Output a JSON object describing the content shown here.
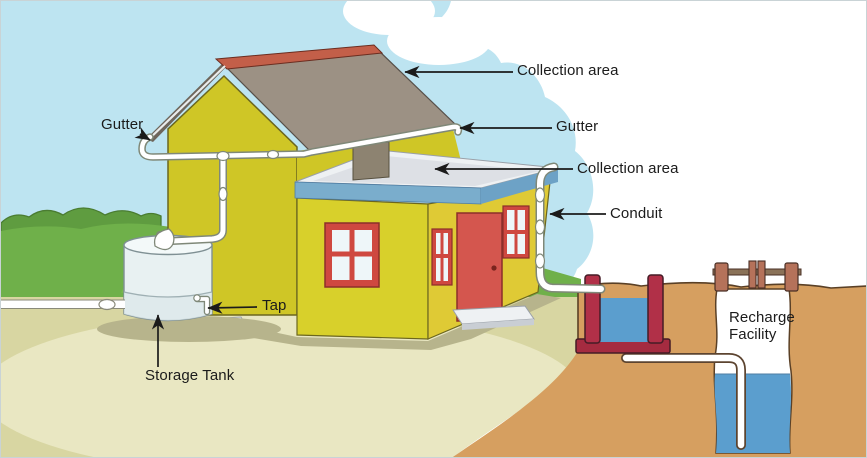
{
  "labels": {
    "collection_area_roof": "Collection area",
    "gutter_right": "Gutter",
    "collection_area_flat": "Collection area",
    "conduit": "Conduit",
    "gutter_left": "Gutter",
    "tap": "Tap",
    "storage_tank": "Storage Tank",
    "recharge_facility": "Recharge Facility"
  },
  "colors": {
    "sky": "#bde4f1",
    "cloud": "#ffffff",
    "grass": "#6fb04a",
    "grass_dark": "#5f9c40",
    "grass_light": "#79b650",
    "ground": "#d8d6a2",
    "ground_light": "#e9e7c2",
    "shadow": "#b7b48c",
    "soil": "#d69f60",
    "wall_front": "#d8d02b",
    "wall_gable": "#cfc626",
    "wall_right": "#dfca35",
    "roof_gray": "#9c9184",
    "roof_dark": "#6e665c",
    "ridge_red": "#c35f49",
    "parapet": "#8d8371",
    "trim_red": "#cf4840",
    "door_red": "#d4564e",
    "flat_roof": "#eef1f3",
    "flat_roof_inner": "#dde0e5",
    "roof_edge_blue": "#7aadcc",
    "roof_edge_blue_side": "#6da2c6",
    "water": "#5b9ece",
    "basin_red": "#b13048",
    "basin_slab": "#a52b40",
    "tank_body": "#e8f1f2",
    "tank_top": "#f3f9f9",
    "pipe": "#ffffff",
    "wood": "#b5725a",
    "wood_bar": "#8a7258",
    "line": "#1b1b1b"
  }
}
